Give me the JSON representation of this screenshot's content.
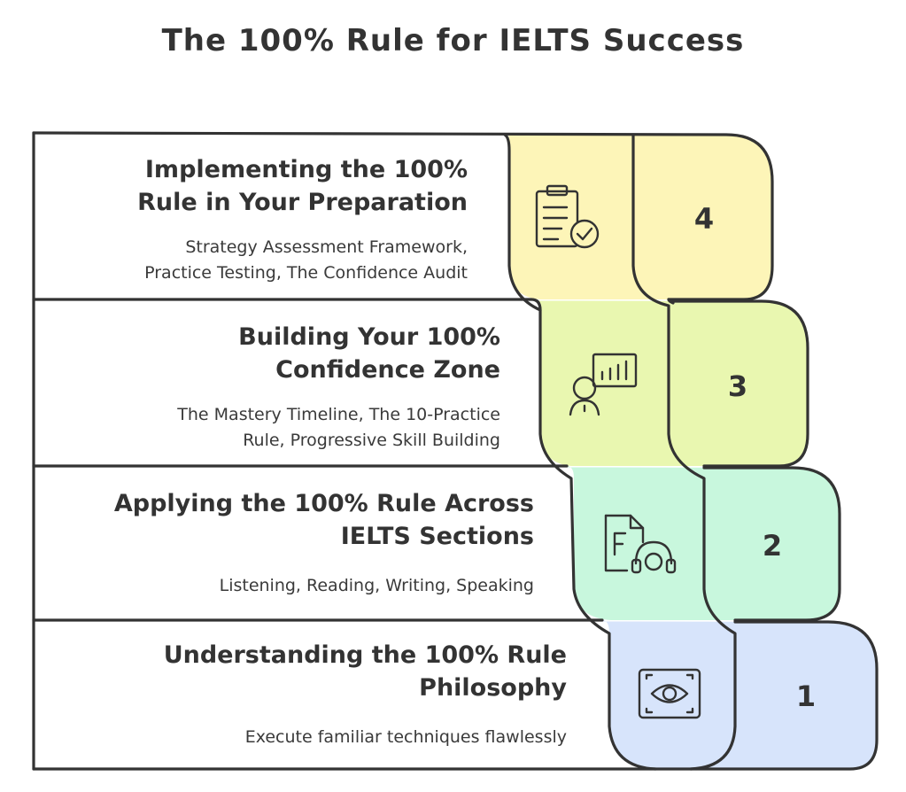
{
  "title": "The 100% Rule for IELTS Success",
  "colors": {
    "stroke": "#333333",
    "level_4": "#fdf5b8",
    "level_3": "#e9f7b0",
    "level_2": "#c8f7dd",
    "level_1": "#d7e4fb"
  },
  "levels": [
    {
      "number": "4",
      "heading_line1": "Implementing the 100%",
      "heading_line2": "Rule in Your Preparation",
      "desc_line1": "Strategy Assessment Framework,",
      "desc_line2": "Practice Testing, The Confidence Audit",
      "icon": "clipboard-check-icon"
    },
    {
      "number": "3",
      "heading_line1": "Building Your 100%",
      "heading_line2": "Confidence Zone",
      "desc_line1": "The Mastery Timeline, The 10-Practice",
      "desc_line2": "Rule, Progressive Skill Building",
      "icon": "presenter-chart-icon"
    },
    {
      "number": "2",
      "heading_line1": "Applying the 100% Rule Across",
      "heading_line2": "IELTS Sections",
      "desc_line1": "Listening, Reading, Writing, Speaking",
      "icon": "document-headphones-icon"
    },
    {
      "number": "1",
      "heading_line1": "Understanding the 100% Rule",
      "heading_line2": "Philosophy",
      "desc_line1": "Execute familiar techniques flawlessly",
      "icon": "eye-scan-icon"
    }
  ]
}
